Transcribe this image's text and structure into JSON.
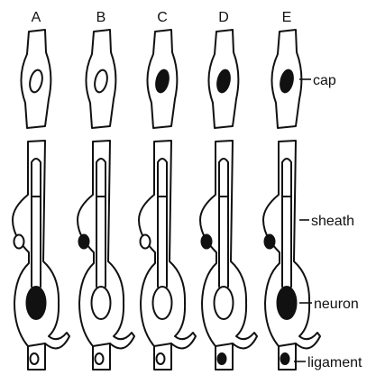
{
  "columns": [
    {
      "label": "A",
      "cap_nucleus_filled": false,
      "sheath_nucleus_filled": false,
      "neuron_nucleus_filled": true,
      "ligament_nucleus_filled": false
    },
    {
      "label": "B",
      "cap_nucleus_filled": false,
      "sheath_nucleus_filled": true,
      "neuron_nucleus_filled": false,
      "ligament_nucleus_filled": false
    },
    {
      "label": "C",
      "cap_nucleus_filled": true,
      "sheath_nucleus_filled": false,
      "neuron_nucleus_filled": false,
      "ligament_nucleus_filled": false
    },
    {
      "label": "D",
      "cap_nucleus_filled": true,
      "sheath_nucleus_filled": true,
      "neuron_nucleus_filled": false,
      "ligament_nucleus_filled": true
    },
    {
      "label": "E",
      "cap_nucleus_filled": true,
      "sheath_nucleus_filled": true,
      "neuron_nucleus_filled": true,
      "ligament_nucleus_filled": true
    }
  ],
  "part_labels": {
    "cap": "cap",
    "sheath": "sheath",
    "neuron": "neuron",
    "ligament": "ligament"
  },
  "colors": {
    "ink": "#111111",
    "background": "#ffffff"
  }
}
